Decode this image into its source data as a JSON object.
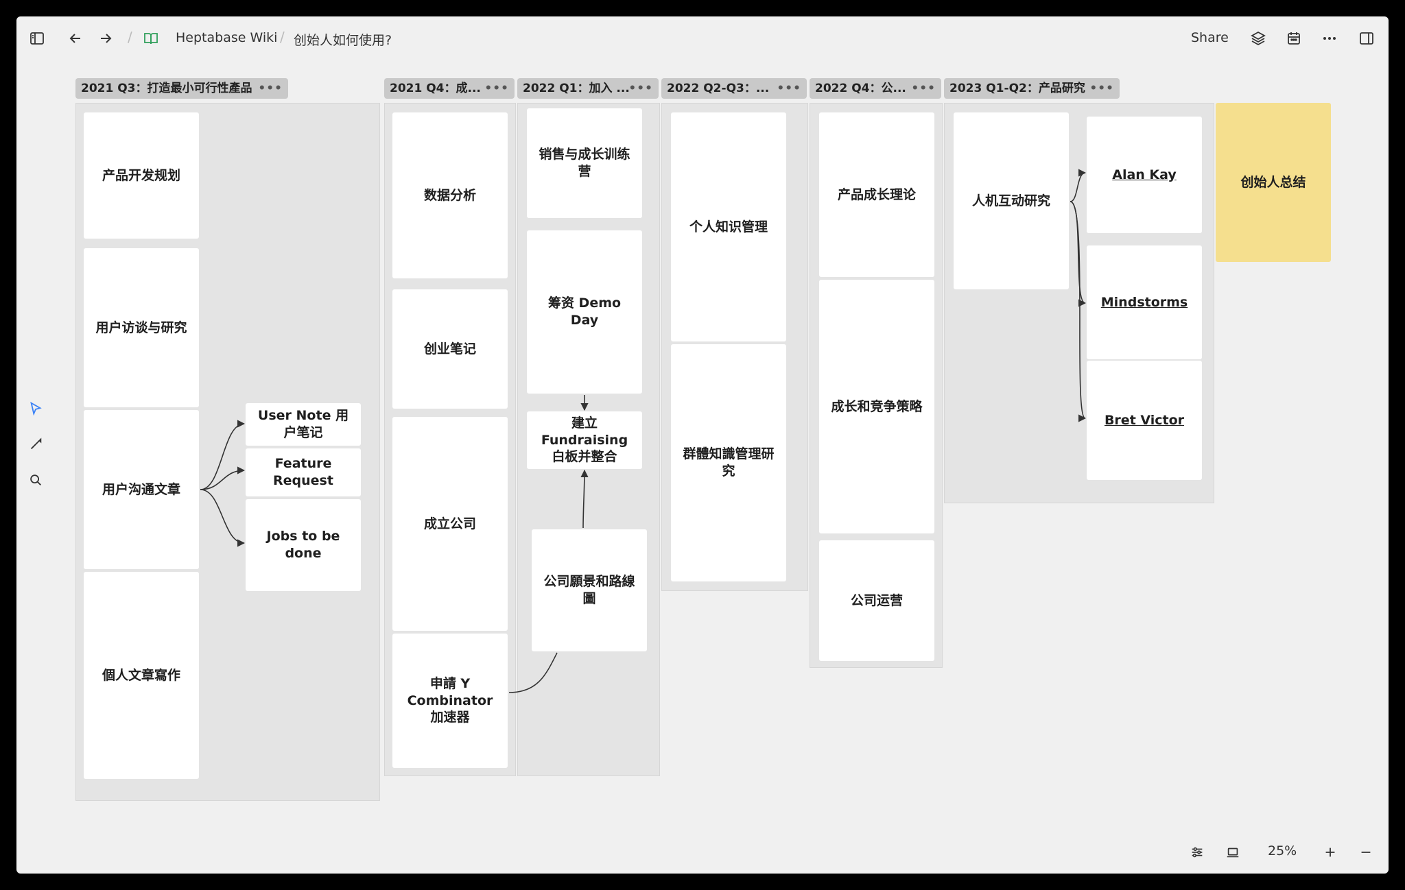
{
  "breadcrumb": {
    "workspace": "Heptabase Wiki",
    "page": "创始人如何使用?"
  },
  "header": {
    "share_label": "Share"
  },
  "zoom_level": "25%",
  "sections": [
    {
      "title": "2021 Q3：打造最小可行性產品"
    },
    {
      "title": "2021 Q4：成..."
    },
    {
      "title": "2022 Q1：加入 ..."
    },
    {
      "title": "2022 Q2-Q3：..."
    },
    {
      "title": "2022 Q4：公..."
    },
    {
      "title": "2023 Q1-Q2：产品研究"
    }
  ],
  "cards": {
    "c1": "产品开发规划",
    "c2": "用户访谈与研究",
    "c3": "用户沟通文章",
    "c4": "個人文章寫作",
    "c5": "User Note 用户笔记",
    "c6": "Feature Request",
    "c7": "Jobs to be done",
    "c8": "数据分析",
    "c9": "创业笔记",
    "c10": "成立公司",
    "c11": "申請 Y Combinator 加速器",
    "c12": "销售与成长训练营",
    "c13": "筹资 Demo Day",
    "c14": "建立 Fundraising 白板并整合",
    "c15": "公司願景和路線圖",
    "c16": "个人知识管理",
    "c17": "群體知識管理研究",
    "c18": "产品成长理论",
    "c19": "成长和竞争策略",
    "c20": "公司运营",
    "c21": "人机互动研究",
    "c22": "Alan Kay",
    "c23": "Mindstorms",
    "c24": "Bret Victor",
    "c25": "创始人总结"
  },
  "section_dots": "•••",
  "colors": {
    "background": "#f0f0f0",
    "section_bg": "#e4e4e4",
    "section_title_bg": "#c9c9c9",
    "card_bg": "#ffffff",
    "sticky_note": "#f5df8e",
    "accent": "#3b82f6"
  },
  "icons": {
    "sidebar_toggle": "sidebar-left-icon",
    "back": "arrow-left-icon",
    "forward": "arrow-right-icon",
    "wiki": "book-icon",
    "layers": "layers-icon",
    "calendar": "calendar-icon",
    "more": "more-horizontal-icon",
    "right_panel": "sidebar-right-icon",
    "select": "cursor-arrow-icon",
    "pen": "pen-icon",
    "search": "search-icon",
    "settings": "sliders-icon",
    "device": "laptop-icon",
    "zoom_in": "plus-icon",
    "zoom_out": "minus-icon"
  }
}
